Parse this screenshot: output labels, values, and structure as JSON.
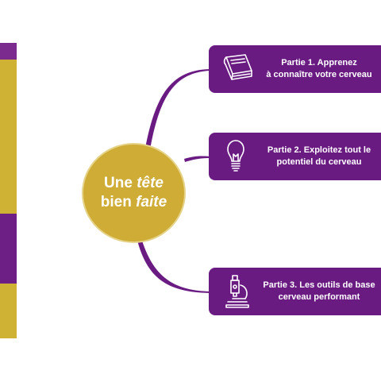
{
  "center": {
    "line1_plain": "Une ",
    "line1_em": "tête",
    "line2_plain": "bien ",
    "line2_em": "faite"
  },
  "parts": [
    {
      "line1": "Partie 1. Apprenez",
      "line2": "à connaître votre cerveau",
      "icon": "book-icon"
    },
    {
      "line1": "Partie 2. Exploitez tout le",
      "line2": "potentiel du cerveau",
      "icon": "lightbulb-icon"
    },
    {
      "line1": "Partie 3. Les outils de base",
      "line2": "cerveau performant",
      "icon": "microscope-icon"
    }
  ],
  "colors": {
    "purple": "#6a1b82",
    "gold": "#cfac35",
    "connector": "#6a1b82"
  }
}
